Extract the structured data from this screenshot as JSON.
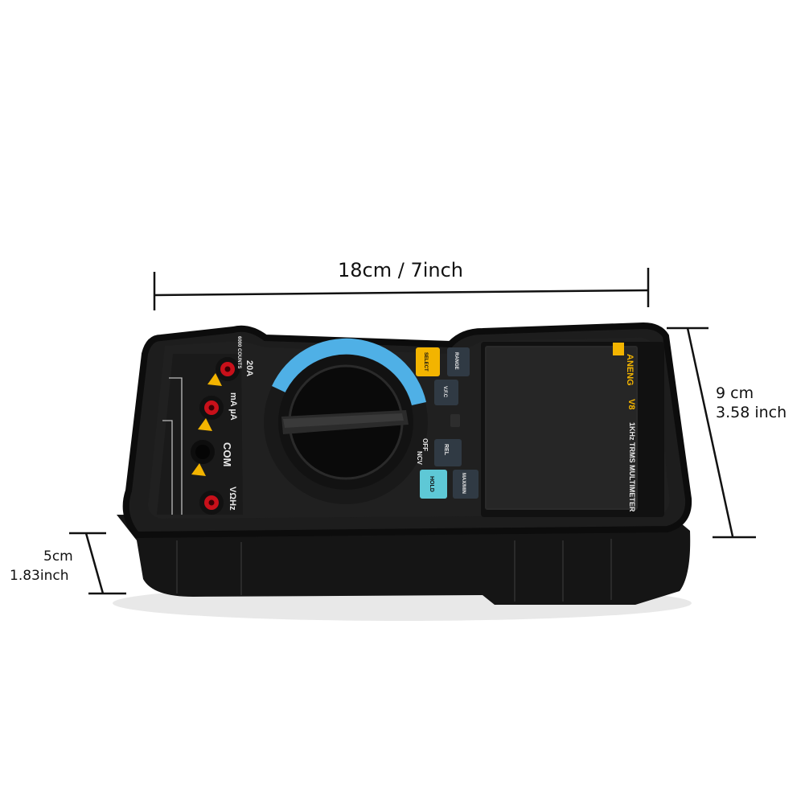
{
  "dimensions": {
    "width": "18cm / 7inch",
    "height_cm": "9 cm",
    "height_inch": "3.58 inch",
    "depth_cm": "5cm",
    "depth_inch": "1.83inch"
  },
  "device": {
    "brand": "ANENG",
    "model": "V8",
    "description": "1KHz TRMS MULTIMETER",
    "counts": "6000 COUNTS",
    "jacks": {
      "amps_20": "20A",
      "ma_ua": "mA µA",
      "com": "COM",
      "v_ohm": "VΩHz"
    },
    "buttons": {
      "select": "SELECT",
      "range": "RANGE",
      "vfc": "V.F.C",
      "rel": "REL",
      "hold": "HOLD",
      "max_min": "MAX/MIN"
    },
    "dial": {
      "off": "OFF",
      "ncv": "NCV"
    }
  },
  "colors": {
    "body": "#1b1b1b",
    "accent_yellow": "#f3b400",
    "accent_cyan": "#5ec8d6",
    "dial_blue": "#4fb0e6",
    "jack_red": "#c8101a"
  }
}
